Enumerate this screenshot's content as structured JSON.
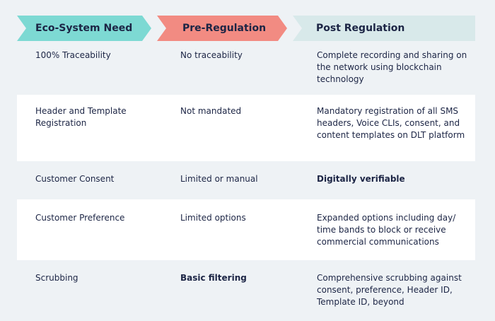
{
  "headers": {
    "need": "Eco-System Need",
    "pre": "Pre-Regulation",
    "post": "Post Regulation"
  },
  "colors": {
    "need_header": "#7dd9d3",
    "pre_header": "#f28b82",
    "post_header": "#d8e9ea",
    "text": "#1c2545",
    "alt_row": "#ffffff",
    "background": "#eef2f5"
  },
  "rows": [
    {
      "need": "100% Traceability",
      "pre": "No traceability",
      "post": "Complete recording and sharing on the network using blockchain technology"
    },
    {
      "need": "Header and Template Registration",
      "pre": "Not mandated",
      "post": "Mandatory registration of all SMS headers, Voice CLIs, consent, and content templates on DLT platform"
    },
    {
      "need": "Customer Consent",
      "pre": "Limited or manual",
      "post": "Digitally verifiable"
    },
    {
      "need": "Customer Preference",
      "pre": "Limited options",
      "post": "Expanded options including day/ time bands to block or receive commercial communications"
    },
    {
      "need": "Scrubbing",
      "pre": "Basic filtering",
      "post": "Comprehensive scrubbing against consent, preference, Header ID, Template ID, beyond"
    }
  ]
}
